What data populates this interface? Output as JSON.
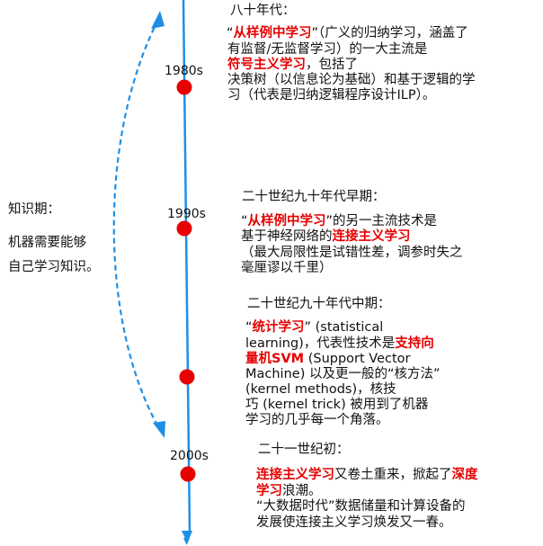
{
  "colors": {
    "axis": "#1f8fe6",
    "dot": "#e60000",
    "highlight": "#e60000",
    "text": "#111111"
  },
  "left_panel": {
    "title": "知识期：",
    "lines": [
      "机器需要能够",
      "自己学习知识。"
    ]
  },
  "years": [
    "1980s",
    "1990s",
    "2000s"
  ],
  "era1": {
    "heading": "八十年代：",
    "l1_q": "从样例中学习",
    "l1_rest": "”（广义的归纳学习，涵盖了",
    "l2": "有监督/无监督学习）的一大主流是",
    "l3_red": "符号主义学习",
    "l3_rest": "，包括了",
    "l4": "决策树（以信息论为基础）和基于逻辑的学",
    "l5": "习（代表是归纳逻辑程序设计ILP）。"
  },
  "era2": {
    "heading": "二十世纪九十年代早期：",
    "l1_q": "从样例中学习",
    "l1_rest": "”的另一主流技术是",
    "l2_pre": "基于神经网络的",
    "l2_red": "连接主义学习",
    "l3": "（最大局限性是试错性差，调参时失之",
    "l4": "毫厘谬以千里）"
  },
  "era3": {
    "heading": "二十世纪九十年代中期：",
    "l1_q": "统计学习",
    "l1_rest": "” (statistical",
    "l2_pre": "learning)，代表性技术是",
    "l2_red": "支持向",
    "l3_red": "量机SVM",
    "l3_rest": " (Support Vector",
    "l4": "Machine) 以及更一般的“核方法”",
    "l5": "(kernel methods)，核技",
    "l6": "巧 (kernel trick) 被用到了机器",
    "l7": "学习的几乎每一个角落。"
  },
  "era4": {
    "heading": "二十一世纪初：",
    "l1_red": "连接主义学习",
    "l1_mid": "又卷土重来，掀起了",
    "l1_red2": "深度",
    "l2_red": "学习",
    "l2_rest": "浪潮。",
    "l3": "“大数据时代”数据储量和计算设备的",
    "l4": "发展使连接主义学习焕发又一春。"
  }
}
